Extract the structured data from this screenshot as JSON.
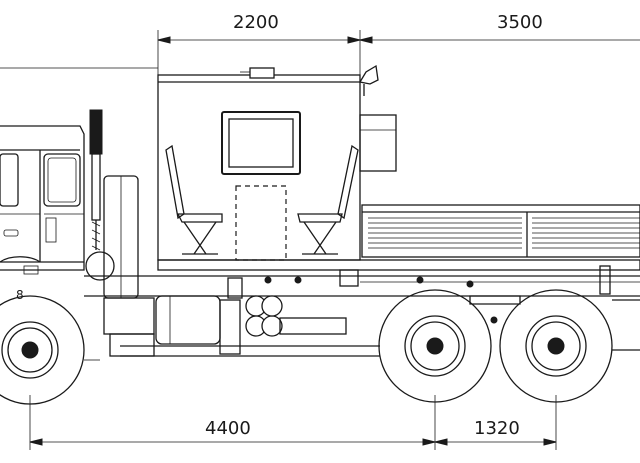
{
  "dimensions": {
    "body_length": "2200",
    "rear_overhang": "3500",
    "wheelbase": "4400",
    "bogie_spacing": "1320"
  }
}
